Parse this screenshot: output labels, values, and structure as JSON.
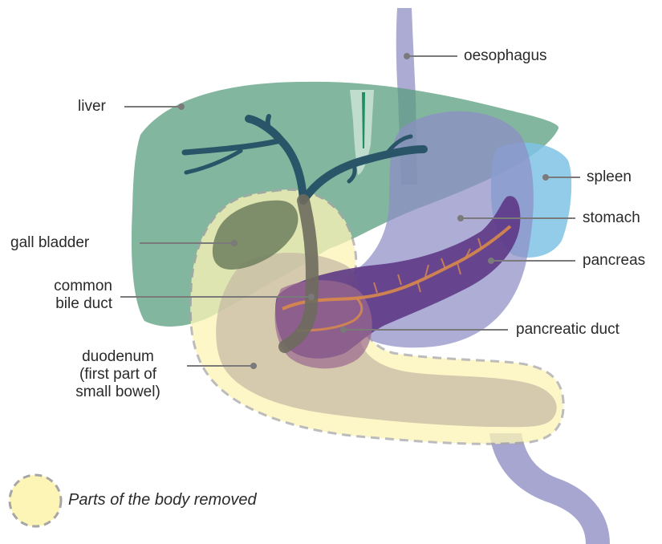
{
  "labels": {
    "oesophagus": "oesophagus",
    "liver": "liver",
    "spleen": "spleen",
    "stomach": "stomach",
    "gall_bladder": "gall bladder",
    "pancreas": "pancreas",
    "common_bile_duct": [
      "common",
      "bile duct"
    ],
    "pancreatic_duct": "pancreatic duct",
    "duodenum": [
      "duodenum",
      "(first part of",
      "small bowel)"
    ]
  },
  "legend": {
    "text": "Parts of the body removed"
  },
  "colors": {
    "liver": "#5a9e7e",
    "bile_ducts": "#2a5568",
    "stomach": "#8e8ec6",
    "spleen": "#7fc3e4",
    "pancreas": "#5c3584",
    "pancreatic_duct": "#d98a4a",
    "removed_region": "#fdf5b6",
    "removed_border": "#a6a6a6",
    "leader_line": "#7a7a7a"
  }
}
